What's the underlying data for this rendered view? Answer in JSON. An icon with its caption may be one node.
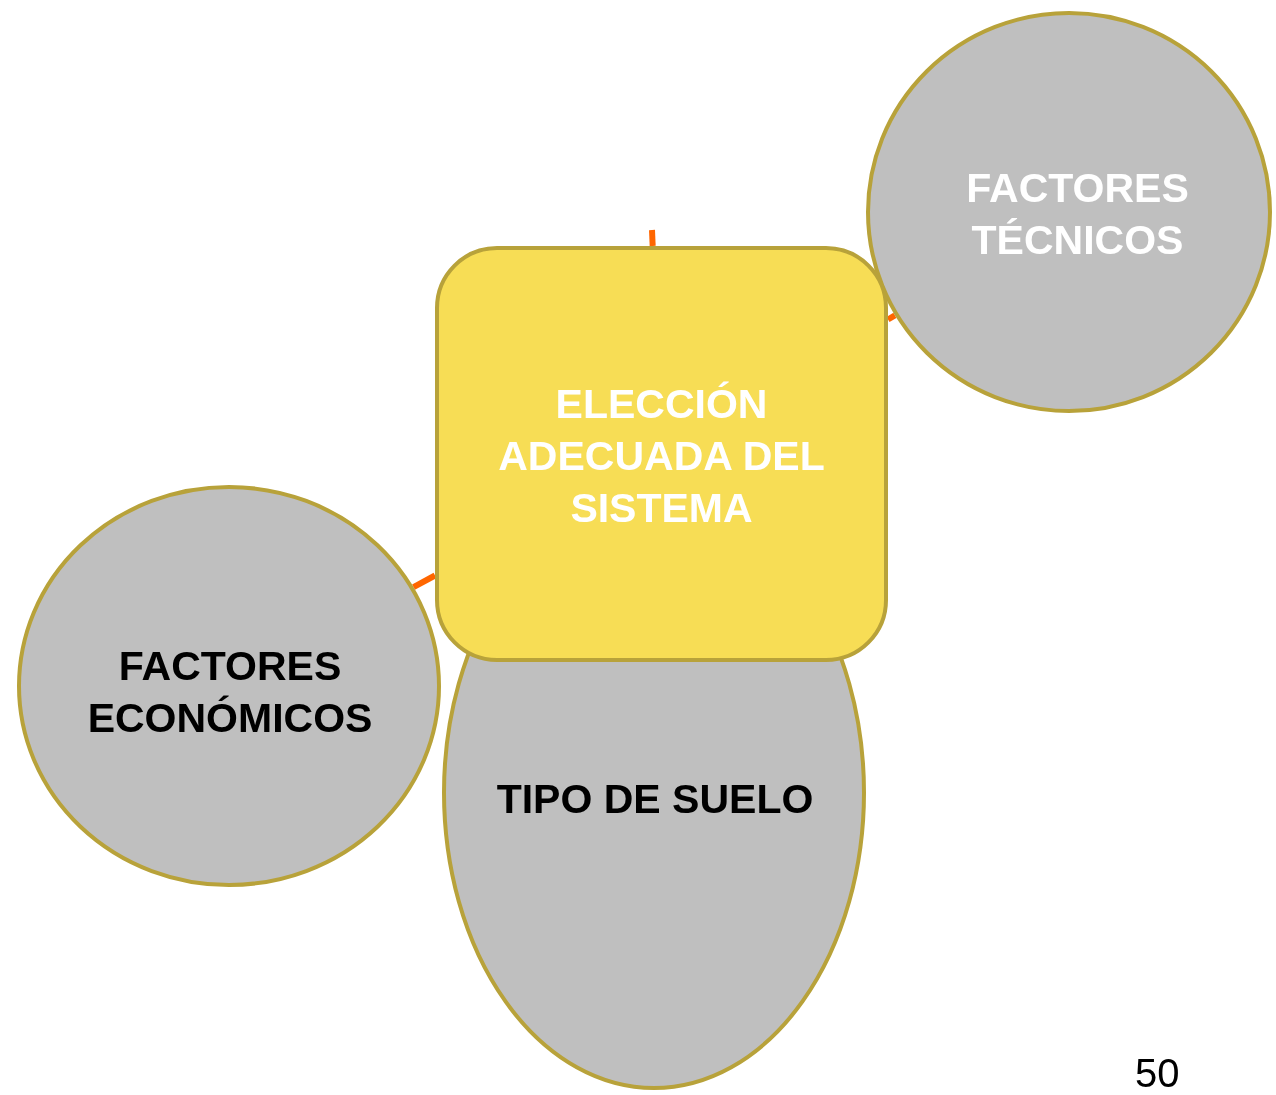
{
  "diagram": {
    "nodes": [
      {
        "text": [
          "ELECCIÓN ADECUADA DEL SISTEMA"
        ]
      },
      {
        "text": [
          "FACTORES TÉCNICOS"
        ]
      },
      {
        "text": [
          "FACTORES ECONÓMICOS"
        ]
      },
      {
        "text": [
          "TIPO DE SUELO"
        ]
      }
    ],
    "edges": [
      {
        "from": 0,
        "to": null,
        "arrow": "none"
      },
      {
        "from": 0,
        "to": 1,
        "arrow": "none"
      },
      {
        "from": 0,
        "to": 2,
        "arrow": "none"
      }
    ],
    "labels": [
      "50"
    ]
  }
}
